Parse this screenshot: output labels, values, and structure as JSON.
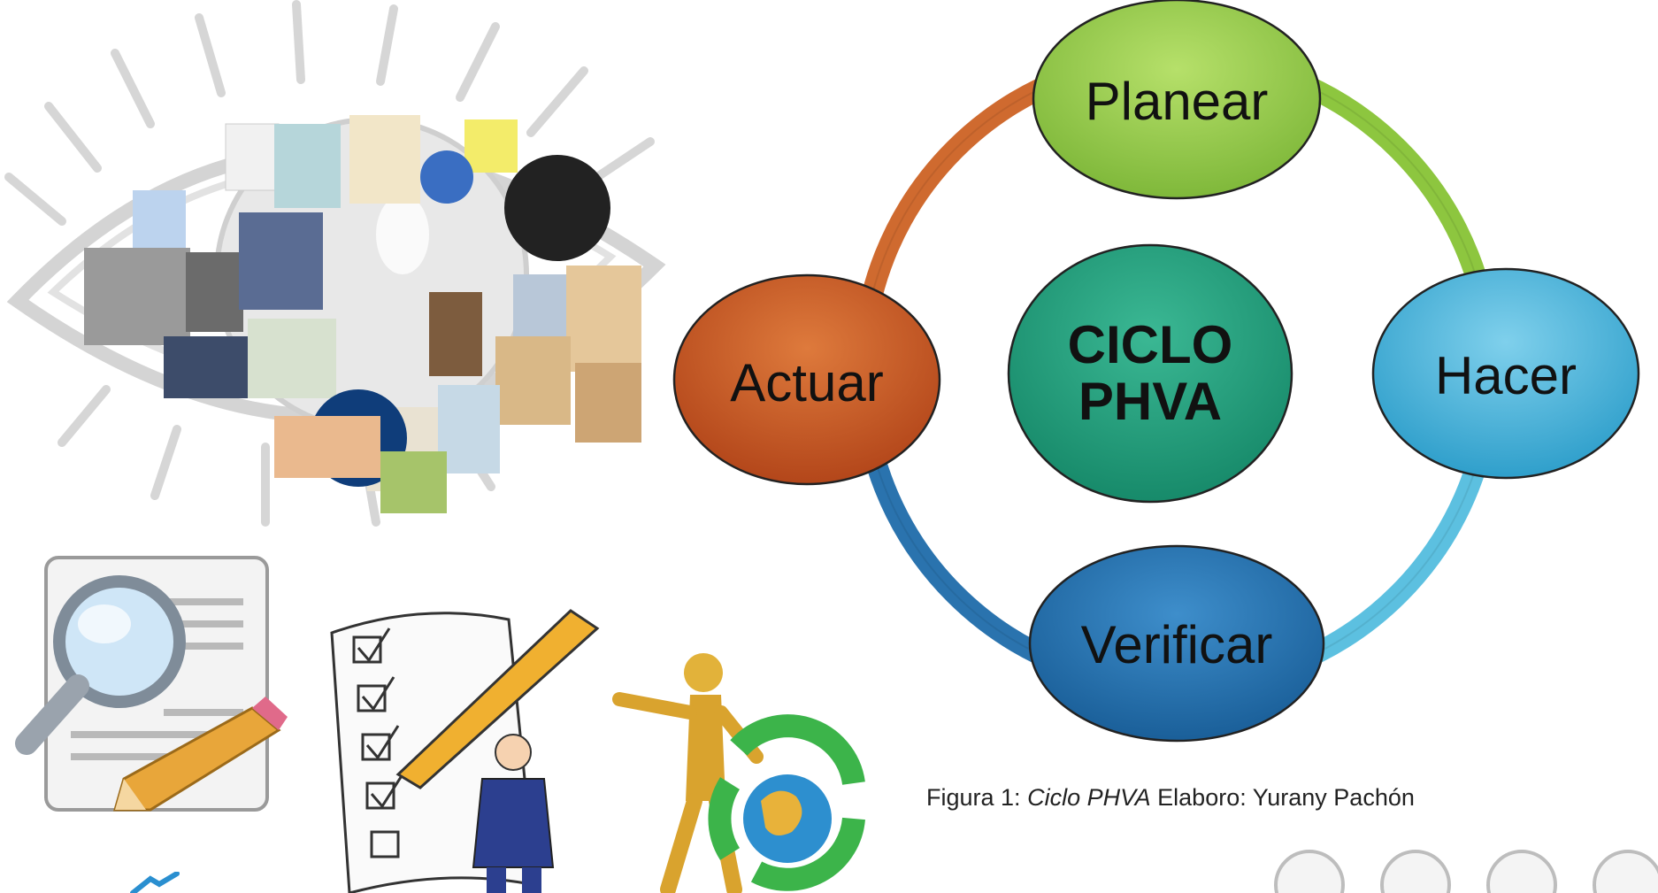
{
  "diagram": {
    "center": {
      "line1": "CICLO",
      "line2": "PHVA"
    },
    "nodes": {
      "top": "Planear",
      "right": "Hacer",
      "bottom": "Verificar",
      "left": "Actuar"
    },
    "colors": {
      "planear": "#8dc63f",
      "hacer": "#3aa9d0",
      "verificar": "#1f6aa5",
      "actuar": "#c0501a",
      "center": "#1e9a78"
    }
  },
  "caption": {
    "prefix": "Figura 1:",
    "title": "Ciclo PHVA",
    "suffix": "Elaboro: Yurany Pachón"
  }
}
